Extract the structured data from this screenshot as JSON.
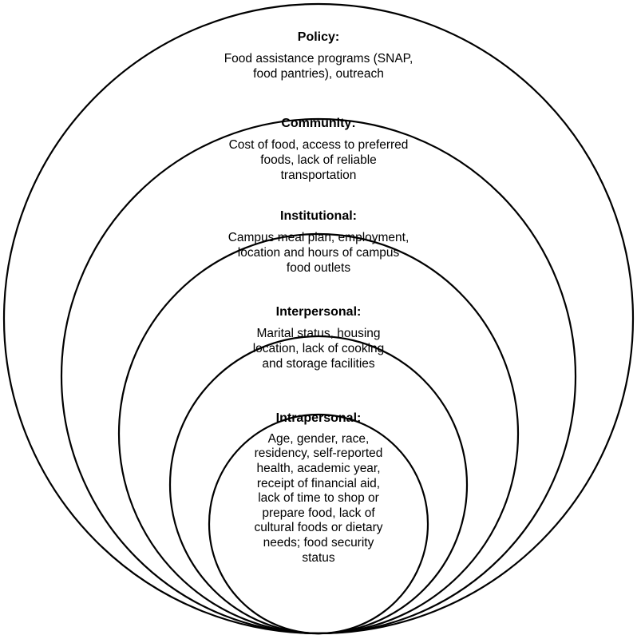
{
  "levels": [
    {
      "key": "policy",
      "title": "Policy:",
      "text": "Food assistance programs (SNAP,\nfood pantries), outreach"
    },
    {
      "key": "community",
      "title": "Community:",
      "text": "Cost of food, access to preferred\nfoods, lack of reliable\ntransportation"
    },
    {
      "key": "institutional",
      "title": "Institutional:",
      "text": "Campus meal plan, employment,\nlocation and hours of campus\nfood outlets"
    },
    {
      "key": "interpersonal",
      "title": "Interpersonal:",
      "text": "Marital status, housing\nlocation, lack of cooking\nand storage facilities"
    },
    {
      "key": "intrapersonal",
      "title": "Intrapersonal:",
      "text": "Age, gender, race,\nresidency, self-reported\nhealth, academic year,\nreceipt of financial aid,\nlack of time to shop or\nprepare food, lack of\ncultural foods or dietary\nneeds; food security\nstatus"
    }
  ],
  "colors": {
    "stroke": "#000000",
    "background": "#ffffff",
    "text": "#000000"
  }
}
